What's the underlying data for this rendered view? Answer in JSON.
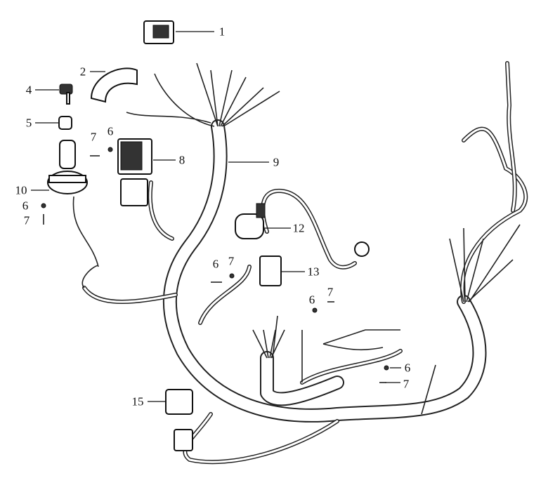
{
  "diagram": {
    "callouts": [
      {
        "id": "c1",
        "text": "1"
      },
      {
        "id": "c2",
        "text": "2"
      },
      {
        "id": "c4",
        "text": "4"
      },
      {
        "id": "c5",
        "text": "5"
      },
      {
        "id": "c7a",
        "text": "7"
      },
      {
        "id": "c6a",
        "text": "6"
      },
      {
        "id": "c8",
        "text": "8"
      },
      {
        "id": "c9",
        "text": "9"
      },
      {
        "id": "c10",
        "text": "10"
      },
      {
        "id": "c6b",
        "text": "6"
      },
      {
        "id": "c7b",
        "text": "7"
      },
      {
        "id": "c12",
        "text": "12"
      },
      {
        "id": "c6c",
        "text": "6"
      },
      {
        "id": "c7c",
        "text": "7"
      },
      {
        "id": "c13",
        "text": "13"
      },
      {
        "id": "c6d",
        "text": "6"
      },
      {
        "id": "c7d",
        "text": "7"
      },
      {
        "id": "c6e",
        "text": "6"
      },
      {
        "id": "c7e",
        "text": "7"
      },
      {
        "id": "c15",
        "text": "15"
      }
    ]
  }
}
